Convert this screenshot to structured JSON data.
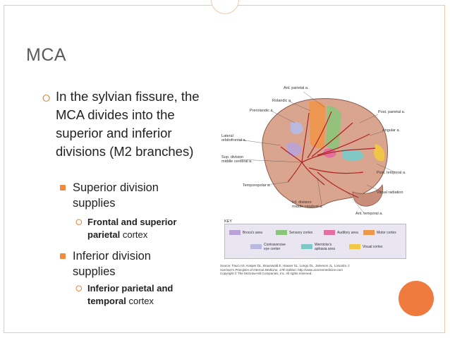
{
  "slide": {
    "title": "MCA",
    "bullet1": "In the sylvian fissure, the MCA divides into the superior and inferior divisions (M2 branches)",
    "bullet_superior": "Superior division supplies",
    "superior_bold": "Frontal and superior parietal",
    "superior_rest": " cortex",
    "bullet_inferior": "Inferior division supplies",
    "inferior_bold": "Inferior parietal and temporal",
    "inferior_rest": " cortex"
  },
  "figure": {
    "labels": {
      "ant_parietal": "Ant. parietal a.",
      "rolandic": "Rolandic a.",
      "precentral": "Prerolandic a.",
      "post_parietal": "Post. parietal a.",
      "lateral_orbitofrontal_1": "Lateral",
      "lateral_orbitofrontal_2": "orbitofrontal a.",
      "angular": "Angular a.",
      "sup_division_1": "Sup. division",
      "sup_division_2": "middle cerebral a.",
      "post_temporal": "Post. temporal a.",
      "temporopolar": "Temporopolar a.",
      "visual_radiation": "Visual radiation",
      "inf_division_1": "Inf. division",
      "inf_division_2": "middle cerebral a.",
      "ant_temporal": "Ant. temporal a."
    },
    "key": {
      "title": "KEY",
      "brocas": "Broca's area",
      "sensory": "Sensory cortex",
      "auditory": "Auditory area",
      "motor": "Motor cortex",
      "contraversive_1": "Contraversive",
      "contraversive_2": "eye center",
      "wernicke_1": "Wernicke's",
      "wernicke_2": "aphasia area",
      "visual": "Visual cortex"
    },
    "source": {
      "line1": "Source: Fauci AS, Kasper DL, Braunwald E, Hauser SL, Longo DL, Jameson JL, Loscalzo J:",
      "line2": "Harrison's Principles of Internal Medicine, 17th Edition: http://www.accessmedicine.com",
      "line3": "Copyright © The McGraw-Hill Companies, Inc. All rights reserved."
    },
    "colors": {
      "brocas": "#b9a3d6",
      "sensory": "#8cc47a",
      "auditory": "#e66da0",
      "motor": "#f0964a",
      "contraversive": "#b8b8e0",
      "wernicke": "#7ec8c8",
      "visual": "#f2c744"
    }
  },
  "theme": {
    "accent": "#ef7a3e",
    "frame": "#f2c7a8"
  }
}
